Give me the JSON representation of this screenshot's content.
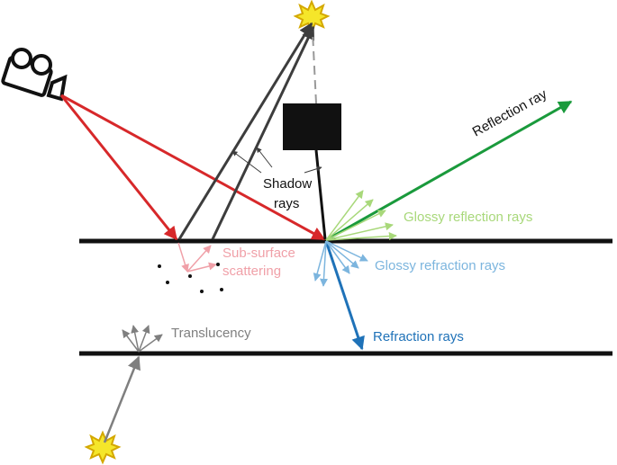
{
  "labels": {
    "reflection_ray": "Reflection ray",
    "shadow_rays_line1": "Shadow",
    "shadow_rays_line2": "rays",
    "glossy_reflection": "Glossy reflection rays",
    "glossy_refraction": "Glossy refraction rays",
    "sub_surface_line1": "Sub-surface",
    "sub_surface_line2": "scattering",
    "translucency": "Translucency",
    "refraction_rays": "Refraction rays"
  },
  "colors": {
    "camera_ray": "#d7282a",
    "shadow_ray": "#3d3d3d",
    "reflection": "#1a9a3c",
    "glossy_reflection": "#a8d87a",
    "glossy_refraction": "#7cb5de",
    "refraction": "#1f72b8",
    "sub_surface": "#f0a0a8",
    "translucency": "#7f7f7f",
    "light_fill": "#f5e62a",
    "light_stroke": "#d4a800",
    "surface": "#111111"
  },
  "icons": {
    "camera": "camera-icon",
    "light_source_top": "light-source-icon",
    "light_source_bottom": "light-source-icon"
  }
}
